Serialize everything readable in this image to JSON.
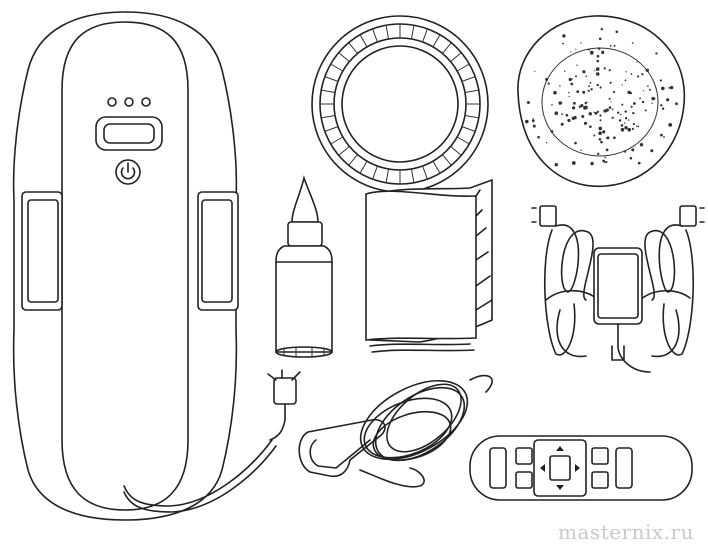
{
  "image": {
    "background": "#ffffff",
    "line_color": "#222222",
    "items": [
      {
        "id": "robot",
        "name": "window-cleaning-robot",
        "icon": "power-icon"
      },
      {
        "id": "pad-ring",
        "name": "cleaning-pad-ring"
      },
      {
        "id": "pad-cloth",
        "name": "microfiber-cleaning-pad"
      },
      {
        "id": "bottle",
        "name": "spray-bottle"
      },
      {
        "id": "manual",
        "name": "instruction-manual"
      },
      {
        "id": "adapter",
        "name": "power-adapter"
      },
      {
        "id": "cable",
        "name": "safety-cable"
      },
      {
        "id": "remote",
        "name": "remote-control"
      }
    ],
    "watermark": "masternix.ru"
  }
}
